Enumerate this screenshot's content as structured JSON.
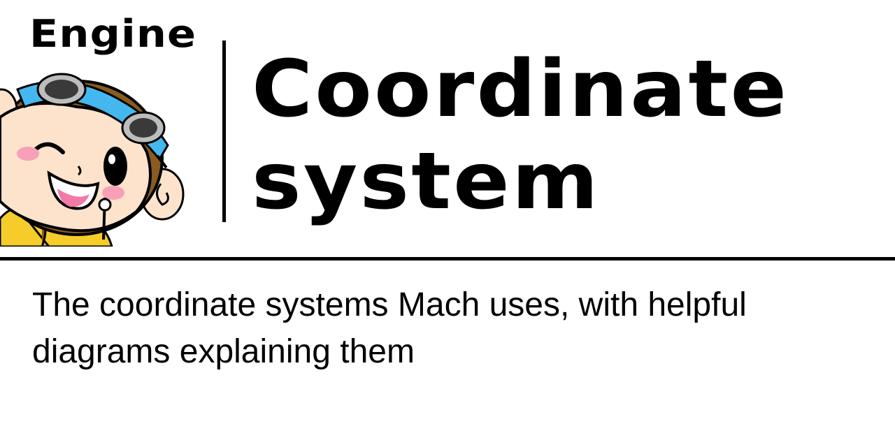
{
  "header": {
    "section_label": "Engine",
    "title_line1": "Coordinate",
    "title_line2": "system"
  },
  "body": {
    "description": "The coordinate systems Mach uses, with helpful diagrams explaining them"
  },
  "mascot": {
    "icon": "monkey-mascot-icon",
    "colors": {
      "fur": "#8a5a1f",
      "face": "#fde3cc",
      "headband": "#44b8ee",
      "goggle": "#3a3a3a",
      "cheek": "#f7a0b8",
      "tongue": "#f27aa6",
      "shirt": "#f6cc2a"
    }
  }
}
